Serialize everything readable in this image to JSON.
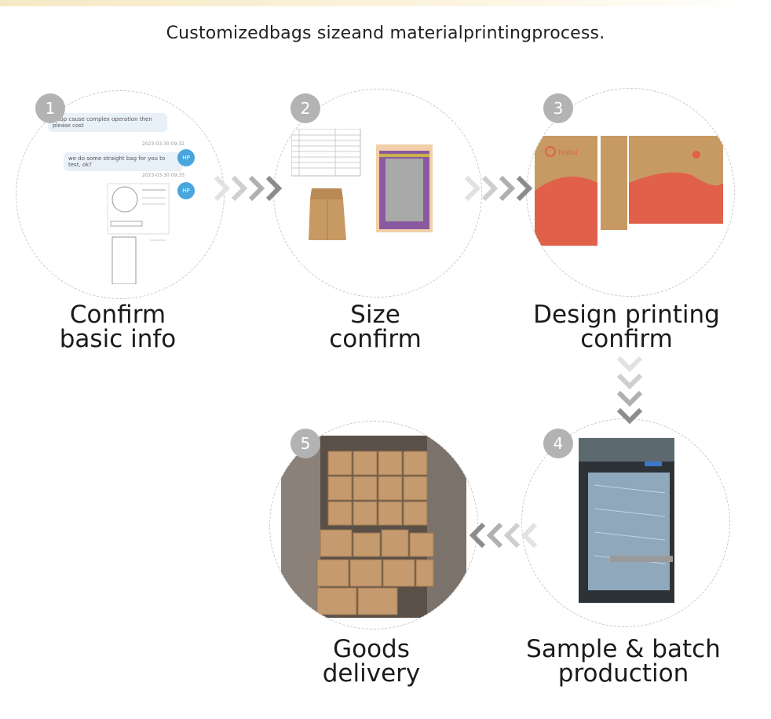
{
  "headline": "Customizedbags sizeand materialprintingprocess.",
  "steps": [
    {
      "number": "1",
      "line1": "Confirm",
      "line2": "basic info"
    },
    {
      "number": "2",
      "line1": "Size",
      "line2": "confirm"
    },
    {
      "number": "3",
      "line1": "Design printing",
      "line2": "confirm"
    },
    {
      "number": "4",
      "line1": "Sample & batch",
      "line2": "production"
    },
    {
      "number": "5",
      "line1": "Goods",
      "line2": "delivery"
    }
  ],
  "chat": {
    "msg1": "...top cause complex operation then please cost",
    "time1": "2023-03-30 09:32",
    "msg2": "we do some straight bag for you to test, ok?",
    "time2": "2023-03-30 09:35"
  },
  "design": {
    "brand": "Herbal"
  },
  "colors": {
    "badge": "#b3b3b3",
    "arrow_light": "#dcdcdc",
    "arrow_dark": "#8c8c8c",
    "kraft": "#c79a63",
    "purple": "#8a5aa0",
    "coral": "#e0604a"
  }
}
